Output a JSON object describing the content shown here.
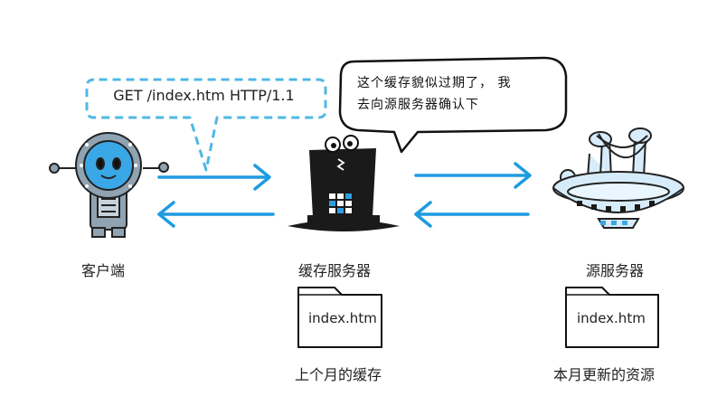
{
  "colors": {
    "arrow": "#1e9be0",
    "bubble_dash": "#4fb8e6",
    "bubble_fill": "#ffffff",
    "robot_body": "#8fa3b2",
    "robot_face": "#3aa7e6",
    "hat": "#1a1a1a",
    "ufo": "#d7ecfb"
  },
  "request_bubble": {
    "text": "GET /index.htm HTTP/1.1"
  },
  "speech_bubble": {
    "line1": "这个缓存貌似过期了， 我",
    "line2": "去向源服务器确认下"
  },
  "nodes": {
    "client": {
      "label": "客户端",
      "icon": "robot-icon"
    },
    "cache": {
      "label": "缓存服务器",
      "icon": "top-hat-icon"
    },
    "origin": {
      "label": "源服务器",
      "icon": "ufo-icon"
    }
  },
  "files": {
    "cached": {
      "name": "index.htm",
      "caption": "上个月的缓存",
      "icon": "folder-icon"
    },
    "fresh": {
      "name": "index.htm",
      "caption": "本月更新的资源",
      "icon": "folder-icon"
    }
  }
}
